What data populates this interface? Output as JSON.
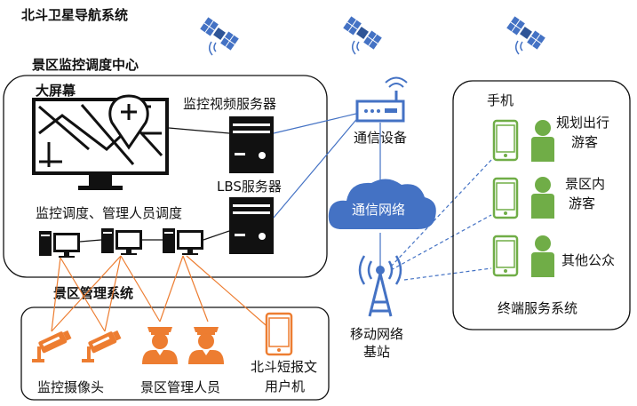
{
  "diagram": {
    "title_satellite": "北斗卫星导航系统",
    "control_center": {
      "title": "景区监控调度中心",
      "big_screen": "大屏幕",
      "video_server": "监控视频服务器",
      "lbs_server": "LBS服务器",
      "dispatch_staff": "监控调度、管理人员调度"
    },
    "management_system": {
      "title": "景区管理系统",
      "cameras": "监控摄像头",
      "staff": "景区管理人员",
      "sms_line1": "北斗短报文",
      "sms_line2": "用户机"
    },
    "network": {
      "comm_device": "通信设备",
      "comm_network": "通信网络",
      "base_station_line1": "移动网络",
      "base_station_line2": "基站"
    },
    "terminal": {
      "title": "终端服务系统",
      "phone": "手机",
      "user1_line1": "规划出行",
      "user1_line2": "游客",
      "user2_line1": "景区内",
      "user2_line2": "游客",
      "user3": "其他公众"
    },
    "colors": {
      "blue": "#4472C4",
      "orange": "#ED7D31",
      "green": "#70AD47",
      "black": "#111111",
      "cloud": "#4472C4"
    },
    "icons": [
      "satellite-icon",
      "map-pin-icon",
      "server-icon",
      "computer-icon",
      "router-icon",
      "cloud-icon",
      "antenna-tower-icon",
      "camera-icon",
      "person-icon",
      "phone-icon"
    ]
  }
}
